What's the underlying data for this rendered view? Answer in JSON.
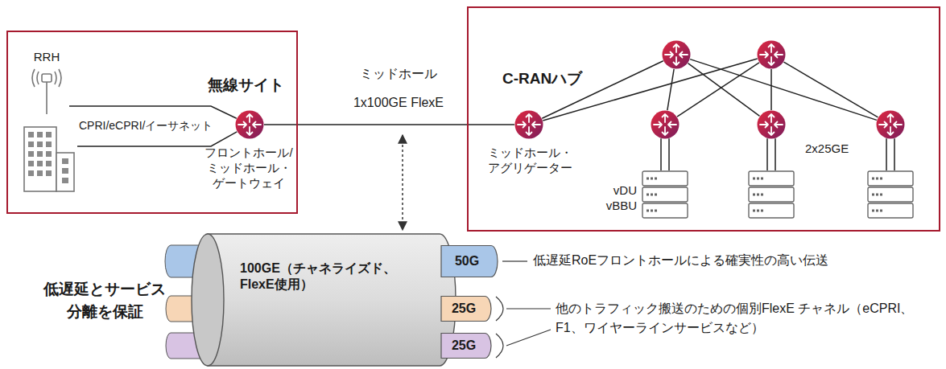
{
  "diagram": {
    "nodes": [
      {
        "text": [
          "無線サイト"
        ]
      },
      {
        "text": [
          "RRH"
        ],
        "in": 0
      },
      {
        "text": [],
        "in": 0
      },
      {
        "text": [
          "フロントホール/ ミッドホール・ ゲートウェイ"
        ],
        "in": 0
      },
      {
        "text": [
          "C-RANハブ"
        ]
      },
      {
        "text": [
          "ミッドホール・ アグリゲーター"
        ],
        "in": 4
      },
      {
        "text": [],
        "in": 4
      },
      {
        "text": [],
        "in": 4
      },
      {
        "text": [],
        "in": 4
      },
      {
        "text": [],
        "in": 4
      },
      {
        "text": [],
        "in": 4
      },
      {
        "text": [
          "vDU vBBU"
        ],
        "in": 4
      },
      {
        "text": [],
        "in": 4
      },
      {
        "text": [],
        "in": 4
      },
      {
        "text": [
          "100GE（チャネライズド、 FlexE使用）"
        ]
      },
      {
        "text": [
          "50G"
        ],
        "in": 14
      },
      {
        "text": [
          "25G"
        ],
        "in": 14
      },
      {
        "text": [
          "25G"
        ],
        "in": 14
      }
    ],
    "edges": [
      {
        "from": 1,
        "to": 3,
        "arrow": "none"
      },
      {
        "from": 2,
        "to": 3,
        "arrow": "none"
      },
      {
        "from": 3,
        "to": 5,
        "label": "1x100GE FlexE",
        "arrow": "none"
      },
      {
        "from": 5,
        "to": 6,
        "arrow": "none"
      },
      {
        "from": 5,
        "to": 7,
        "arrow": "none"
      },
      {
        "from": 6,
        "to": 8,
        "arrow": "none"
      },
      {
        "from": 6,
        "to": 9,
        "arrow": "none"
      },
      {
        "from": 6,
        "to": 10,
        "arrow": "none"
      },
      {
        "from": 7,
        "to": 8,
        "arrow": "none"
      },
      {
        "from": 7,
        "to": 9,
        "arrow": "none"
      },
      {
        "from": 7,
        "to": 10,
        "arrow": "none"
      },
      {
        "from": 8,
        "to": 11,
        "arrow": "none"
      },
      {
        "from": 9,
        "to": 12,
        "arrow": "none"
      },
      {
        "from": 10,
        "to": 13,
        "arrow": "none"
      }
    ],
    "labels": [
      "CPRI/eCPRI/イーサネット",
      "ミッドホール",
      "2x25GE",
      "低遅延とサービス 分離を保証",
      "低遅延RoEフロントホールによる確実性の高い伝送",
      "他のトラフィック搬送のための個別FlexE チャネル（eCPRI、F1、ワイヤーラインサービスなど）"
    ]
  }
}
